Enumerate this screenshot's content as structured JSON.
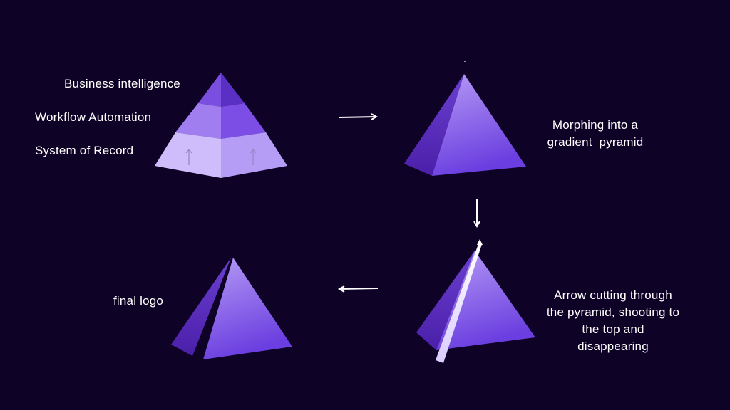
{
  "layers": {
    "top": "Business intelligence",
    "middle": "Workflow Automation",
    "bottom": "System of Record"
  },
  "steps": {
    "morph_line1": "Morphing into a",
    "morph_line2": "gradient  pyramid",
    "arrow_line1": "Arrow cutting through",
    "arrow_line2": "the pyramid, shooting to",
    "arrow_line3": "the top and",
    "arrow_line4": "disappearing",
    "final": "final logo"
  },
  "colors": {
    "background": "#0e0226",
    "text": "#ffffff",
    "layer_top": "#6a3fd6",
    "layer_middle": "#9a72ee",
    "layer_bottom": "#cbb8fb",
    "pyramid_dark": "#5b2fbf",
    "pyramid_light": "#a98bf0"
  },
  "icons": [
    "right-arrow-icon",
    "down-arrow-icon",
    "left-arrow-icon",
    "up-arrow-icon"
  ]
}
